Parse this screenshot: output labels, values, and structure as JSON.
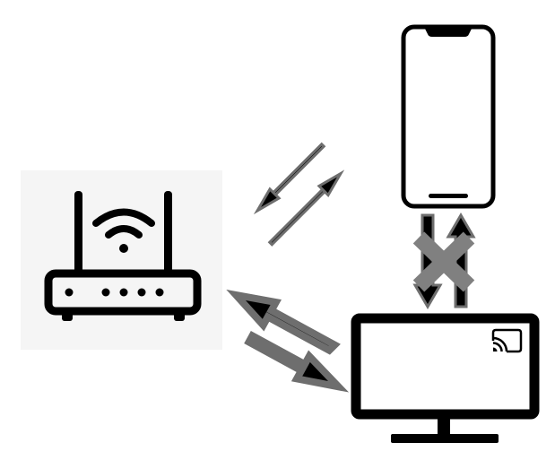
{
  "diagram": {
    "nodes": [
      {
        "id": "router",
        "icon": "wifi-router-icon"
      },
      {
        "id": "phone",
        "icon": "smartphone-icon"
      },
      {
        "id": "tv",
        "icon": "tv-monitor-icon",
        "badge_icon": "cast-icon"
      }
    ],
    "connections": [
      {
        "from": "router",
        "to": "phone",
        "direction": "bidirectional",
        "blocked": false
      },
      {
        "from": "router",
        "to": "tv",
        "direction": "bidirectional",
        "blocked": false
      },
      {
        "from": "phone",
        "to": "tv",
        "direction": "bidirectional",
        "blocked": true,
        "block_icon": "x-mark-icon"
      }
    ],
    "colors": {
      "stroke": "#000000",
      "router_background": "#f5f5f5",
      "arrow_outline": "#6e6e6e",
      "block_mark": "#808080",
      "background": "#ffffff"
    }
  }
}
